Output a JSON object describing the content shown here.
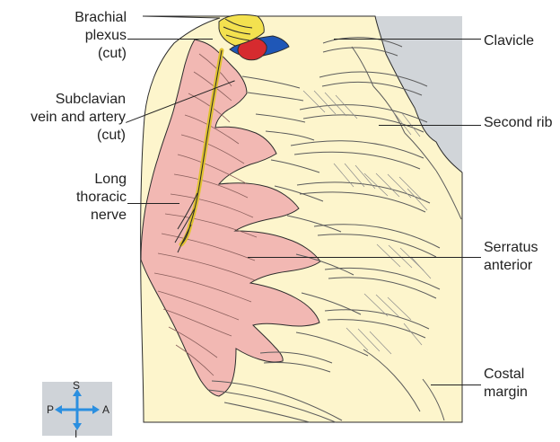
{
  "labels": {
    "brachial_plexus": [
      "Brachial",
      "plexus",
      "(cut)"
    ],
    "subclavian": [
      "Subclavian",
      "vein and artery",
      "(cut)"
    ],
    "long_thoracic": [
      "Long",
      "thoracic",
      "nerve"
    ],
    "clavicle": "Clavicle",
    "second_rib": "Second rib",
    "serratus": [
      "Serratus",
      "anterior"
    ],
    "costal": [
      "Costal",
      "margin"
    ]
  },
  "compass": {
    "s": "S",
    "p": "P",
    "a": "A",
    "i": "I"
  },
  "colors": {
    "rib_fill": "#fdf5cc",
    "muscle_fill": "#f2b8b3",
    "nerve_fill": "#f3e14f",
    "vein_fill": "#1f57b7",
    "artery_fill": "#d62b2f",
    "shade": "#d1d5d9"
  }
}
